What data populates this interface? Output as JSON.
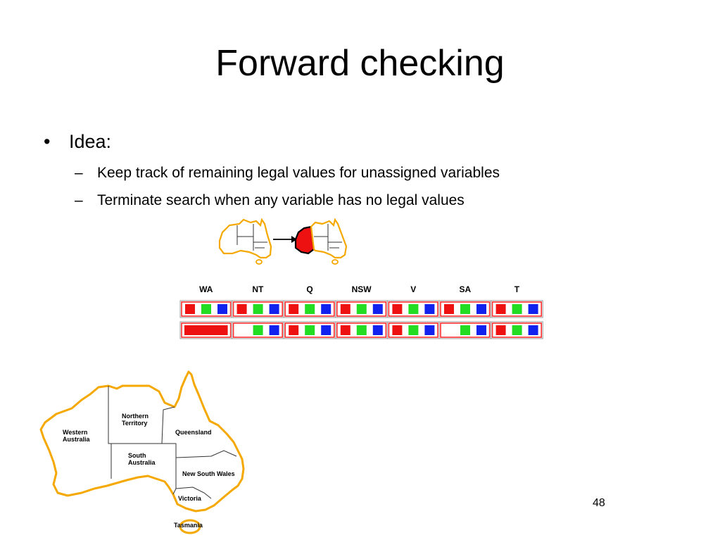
{
  "slide": {
    "title": "Forward checking",
    "bullet": "Idea:",
    "bullet_symbol": "•",
    "dash_symbol": "–",
    "sub_bullets": [
      "Keep track of remaining legal values for unassigned variables",
      "Terminate search when any variable has no legal values"
    ],
    "page_number": "48"
  },
  "domain_table": {
    "variables": [
      "WA",
      "NT",
      "Q",
      "NSW",
      "V",
      "SA",
      "T"
    ],
    "colors": {
      "red": "#ee1111",
      "green": "#22dd22",
      "blue": "#1122ee",
      "outline": "#ff2222",
      "map_outline": "#f5a800"
    },
    "rows": [
      [
        [
          "red",
          "green",
          "blue"
        ],
        [
          "red",
          "green",
          "blue"
        ],
        [
          "red",
          "green",
          "blue"
        ],
        [
          "red",
          "green",
          "blue"
        ],
        [
          "red",
          "green",
          "blue"
        ],
        [
          "red",
          "green",
          "blue"
        ],
        [
          "red",
          "green",
          "blue"
        ]
      ],
      [
        [
          "red-assigned"
        ],
        [
          "green",
          "blue"
        ],
        [
          "red",
          "green",
          "blue"
        ],
        [
          "red",
          "green",
          "blue"
        ],
        [
          "red",
          "green",
          "blue"
        ],
        [
          "green",
          "blue"
        ],
        [
          "red",
          "green",
          "blue"
        ]
      ]
    ]
  },
  "map": {
    "regions": [
      {
        "id": "wa",
        "label": [
          "Western",
          "Australia"
        ]
      },
      {
        "id": "nt",
        "label": [
          "Northern",
          "Territory"
        ]
      },
      {
        "id": "q",
        "label": [
          "Queensland"
        ]
      },
      {
        "id": "sa",
        "label": [
          "South",
          "Australia"
        ]
      },
      {
        "id": "nsw",
        "label": [
          "New South Wales"
        ]
      },
      {
        "id": "v",
        "label": [
          "Victoria"
        ]
      },
      {
        "id": "t",
        "label": [
          "Tasmania"
        ]
      }
    ]
  }
}
